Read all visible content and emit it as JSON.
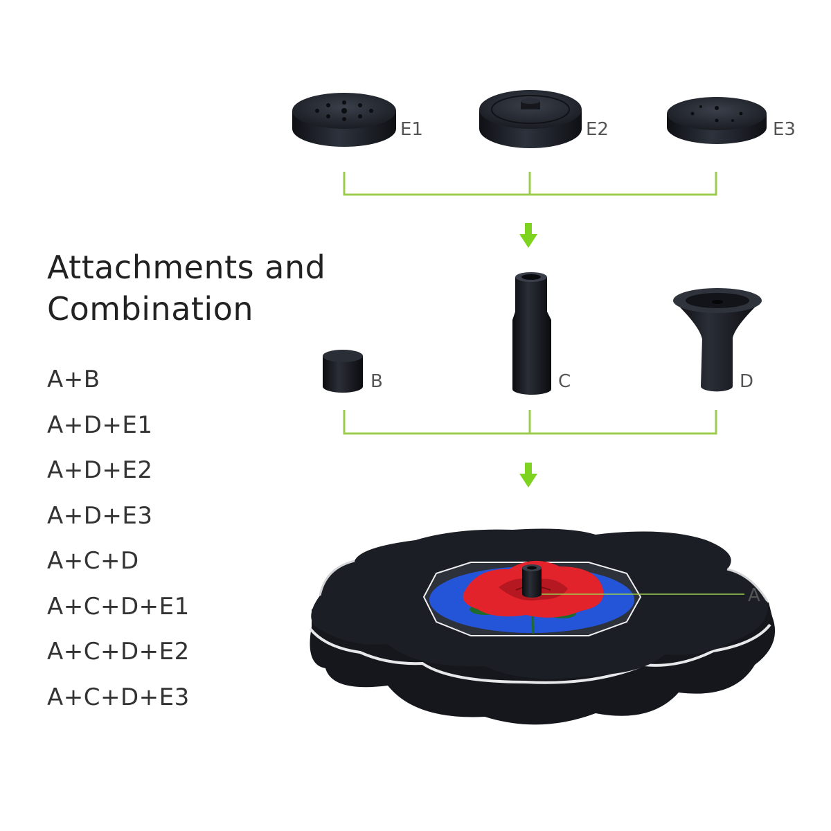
{
  "heading": {
    "line1": "Attachments and",
    "line2": "Combination"
  },
  "combinations": [
    "A+B",
    "A+D+E1",
    "A+D+E2",
    "A+D+E3",
    "A+C+D",
    "A+C+D+E1",
    "A+C+D+E2",
    "A+C+D+E3"
  ],
  "parts": {
    "e1": "E1",
    "e2": "E2",
    "e3": "E3",
    "b": "B",
    "c": "C",
    "d": "D",
    "a": "A"
  },
  "colors": {
    "connector": "#9ccc4e",
    "arrow": "#7ed321",
    "part": "#1c1f26",
    "panel_blue": "#2454d8",
    "rose": "#e3232b"
  }
}
